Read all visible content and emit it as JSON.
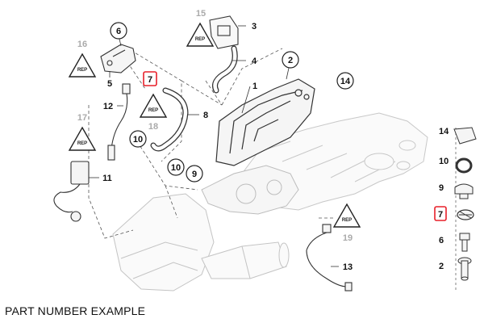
{
  "caption": "PART NUMBER EXAMPLE",
  "callouts": {
    "c1": "1",
    "c2": "2",
    "c3": "3",
    "c4": "4",
    "c5": "5",
    "c6": "6",
    "c7": "7",
    "c8": "8",
    "c9": "9",
    "c10a": "10",
    "c10b": "10",
    "c11": "11",
    "c12": "12",
    "c13": "13",
    "c14": "14",
    "c15": "15",
    "c16": "16",
    "c17": "17",
    "c18": "18",
    "c19": "19"
  },
  "legend": {
    "l14": "14",
    "l10": "10",
    "l9": "9",
    "l7": "7",
    "l6": "6",
    "l2": "2"
  },
  "highlight_color": "#e8202a"
}
